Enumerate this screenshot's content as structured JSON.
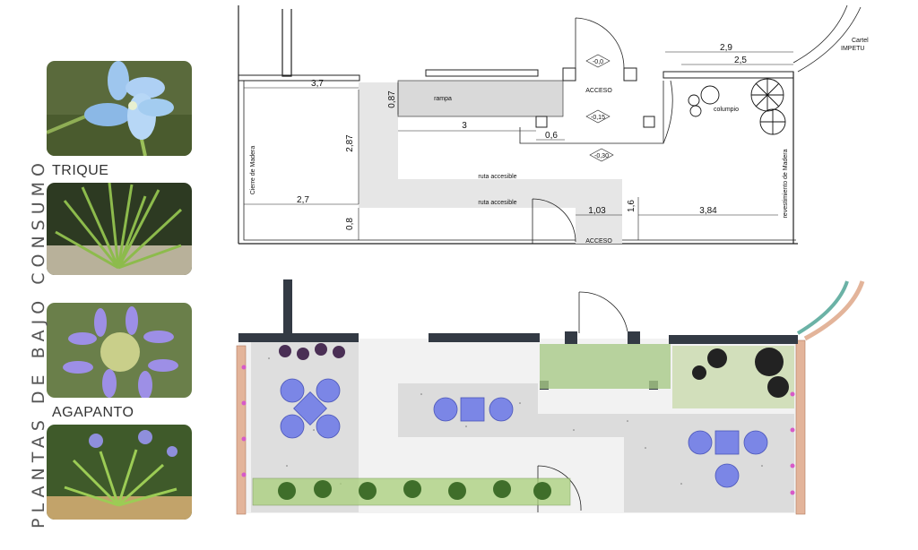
{
  "sidebar": {
    "title": "PLANTAS DE BAJO CONSUMO",
    "plants": [
      {
        "label": "TRIQUE"
      },
      {
        "label": ""
      },
      {
        "label": "AGAPANTO"
      },
      {
        "label": ""
      }
    ]
  },
  "plan_top": {
    "dims": {
      "d3_7": "3,7",
      "d0_87": "0,87",
      "d2_87": "2,87",
      "d2_7": "2,7",
      "d0_8": "0,8",
      "d3": "3",
      "d0_6": "0,6",
      "d1_03": "1,03",
      "d1_6": "1,6",
      "d3_84": "3,84",
      "d2_9": "2,9",
      "d2_5": "2,5"
    },
    "labels": {
      "rampa": "rampa",
      "acceso_top": "ACCESO",
      "acceso_bottom": "ACCESO",
      "ruta1": "ruta accesible",
      "ruta2": "ruta accesible",
      "columpio": "columpio",
      "cierre": "Cierre de Madera",
      "revestimiento": "revestimiento de Madera",
      "cartel_1": "Cartel",
      "cartel_2": "IMPETU"
    },
    "levels": {
      "lv1": "-0,0",
      "lv2": "-0,15",
      "lv3": "-0,30"
    }
  },
  "colors": {
    "accent_blue": "#7b86e6",
    "planting_green": "#9cc27a",
    "wall_dark": "#333a44",
    "wood": "#e3b49a",
    "flower_pink": "#d75ac8"
  }
}
